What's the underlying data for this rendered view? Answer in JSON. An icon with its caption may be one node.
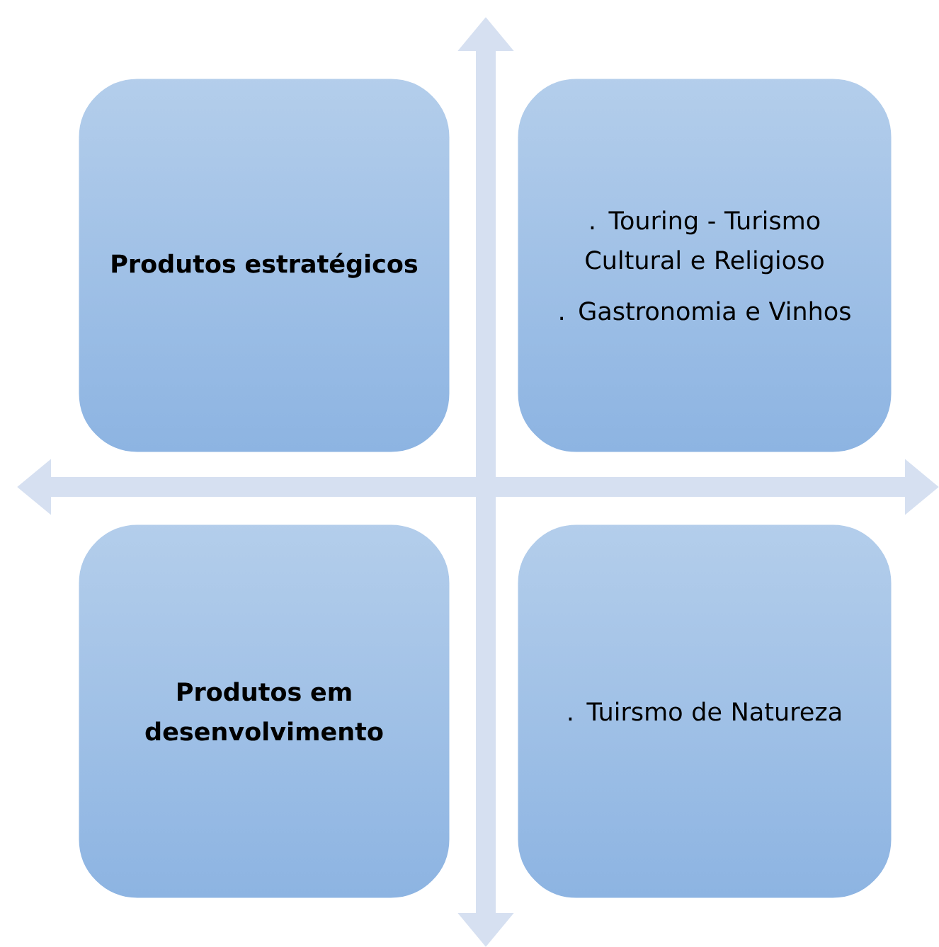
{
  "diagram": {
    "nodes": [
      {
        "text": [
          "Produtos estratégicos"
        ]
      },
      {
        "text": [
          ". Touring - Turismo Cultural e Religioso",
          ". Gastronomia e Vinhos"
        ]
      },
      {
        "text": [
          "Produtos em desenvolvimento"
        ]
      },
      {
        "text": [
          ". Tuirsmo de Natureza"
        ]
      }
    ]
  }
}
